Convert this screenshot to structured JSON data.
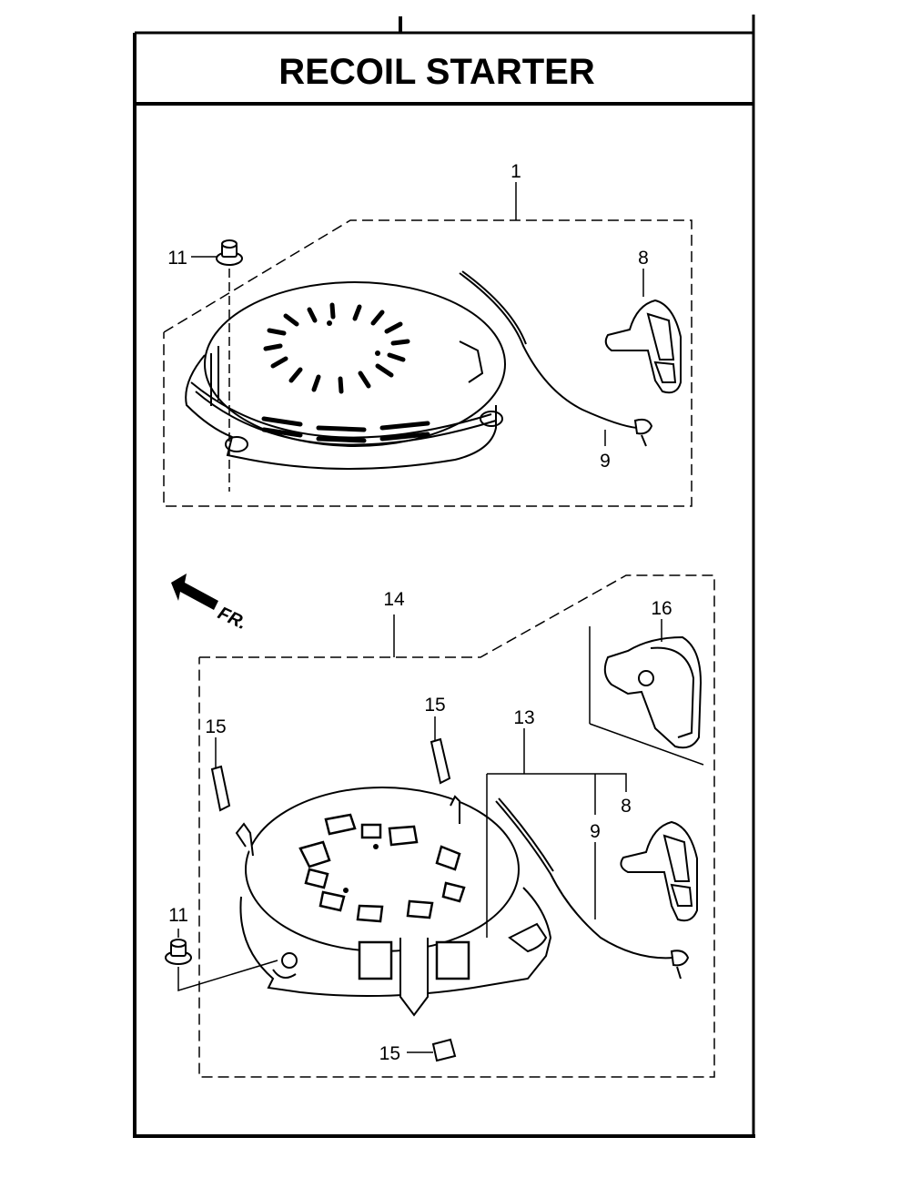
{
  "title": "RECOIL STARTER",
  "direction_label": "FR.",
  "callouts": {
    "c1": "1",
    "c8a": "8",
    "c9a": "9",
    "c11a": "11",
    "c14": "14",
    "c16": "16",
    "c15a": "15",
    "c15b": "15",
    "c13": "13",
    "c8b": "8",
    "c9b": "9",
    "c11b": "11",
    "c15c": "15"
  }
}
